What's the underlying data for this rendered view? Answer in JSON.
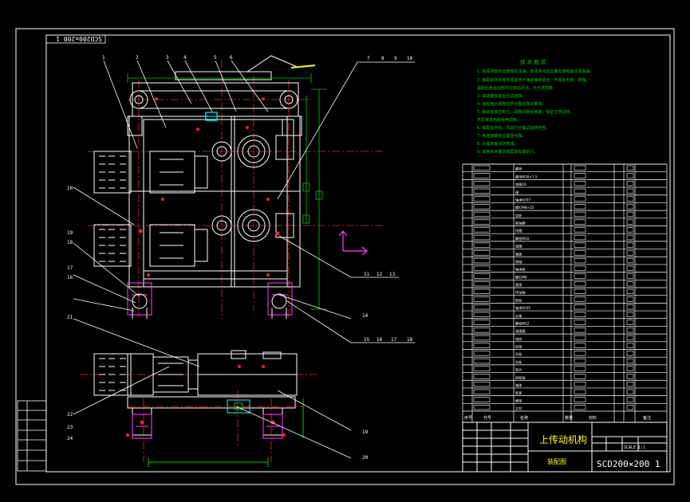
{
  "drawing": {
    "code_top": "SCD200×200 1",
    "code_bottom": "SCD200×200 1",
    "title": "上传动机构",
    "subtitle": "装配图",
    "scale_text": "SCALE 1:1"
  },
  "notes": {
    "heading": "技 术 要 求",
    "lines": [
      "1. 各润滑部件应按规定注油，各润滑点应正确无误地加注润滑油。",
      "2. 装配前所有零件须清洗干净并保持清洁，不得有毛刺、锈蚀。",
      "   装配后各运动部件应转动灵活，无卡滞现象。",
      "3. 减速器安装后应试运转。",
      "4. 齿轮啮合侧隙应符合图纸规定要求。",
      "5. 轴承安装应到位，调整间隙后锁紧，保证正常运转，",
      "   无异常发热和噪声现象。",
      "6. 装配完毕后，须进行空载试运转检查。",
      "7. 各连接螺栓应紧固可靠。",
      "8. 外露表面涂防锈漆。",
      "9. 其他技术要求按国家标准执行。"
    ]
  },
  "balloons": {
    "top_row": [
      "1",
      "2",
      "3",
      "4",
      "5",
      "6"
    ],
    "right_top": [
      "7",
      "8",
      "9",
      "10"
    ],
    "left_mid": [
      "20",
      "19",
      "18",
      "17",
      "16"
    ],
    "right_mid": [
      "11",
      "12",
      "13",
      "14"
    ],
    "right_low": [
      "15",
      "16",
      "17",
      "18"
    ],
    "left_low": [
      "21",
      "22",
      "23",
      "24"
    ],
    "right_bottom": [
      "19",
      "20"
    ]
  },
  "bom": {
    "header": [
      "序号",
      "代号",
      "名称",
      "数量",
      "材料",
      "",
      "备注"
    ],
    "rows": [
      [
        "",
        "",
        "螺栓",
        "",
        "",
        "",
        ""
      ],
      [
        "",
        "",
        "螺母M16×1.5",
        "",
        "",
        "",
        ""
      ],
      [
        "",
        "",
        "垫圈16",
        "",
        "",
        "",
        ""
      ],
      [
        "",
        "",
        "键",
        "",
        "",
        "",
        ""
      ],
      [
        "",
        "",
        "轴承6207",
        "",
        "",
        "",
        ""
      ],
      [
        "",
        "",
        "螺钉M8×25",
        "",
        "",
        "",
        ""
      ],
      [
        "",
        "",
        "齿轮",
        "",
        "",
        "",
        ""
      ],
      [
        "",
        "",
        "联轴器",
        "",
        "",
        "",
        ""
      ],
      [
        "",
        "",
        "挡圈",
        "",
        "",
        "",
        ""
      ],
      [
        "",
        "",
        "螺栓M10",
        "",
        "",
        "",
        ""
      ],
      [
        "",
        "",
        "垫圈",
        "",
        "",
        "",
        ""
      ],
      [
        "",
        "",
        "端盖",
        "",
        "",
        "",
        ""
      ],
      [
        "",
        "",
        "销轴",
        "",
        "",
        "",
        ""
      ],
      [
        "",
        "",
        "轴承座",
        "",
        "",
        "",
        ""
      ],
      [
        "",
        "",
        "螺钉M6",
        "",
        "",
        "",
        ""
      ],
      [
        "",
        "",
        "套筒",
        "",
        "",
        "",
        ""
      ],
      [
        "",
        "",
        "传动轴",
        "",
        "",
        "",
        ""
      ],
      [
        "",
        "",
        "链轮",
        "",
        "",
        "",
        ""
      ],
      [
        "",
        "",
        "轴承6205",
        "",
        "",
        "",
        ""
      ],
      [
        "",
        "",
        "支架",
        "",
        "",
        "",
        ""
      ],
      [
        "",
        "",
        "螺栓M12",
        "",
        "",
        "",
        ""
      ],
      [
        "",
        "",
        "减速器",
        "",
        "",
        "",
        ""
      ],
      [
        "",
        "",
        "电机",
        "",
        "",
        "",
        ""
      ],
      [
        "",
        "",
        "机架",
        "",
        "",
        "",
        ""
      ],
      [
        "",
        "",
        "导轮",
        "",
        "",
        "",
        ""
      ],
      [
        "",
        "",
        "导轨",
        "",
        "",
        "",
        ""
      ],
      [
        "",
        "",
        "垫片",
        "",
        "",
        "",
        ""
      ],
      [
        "",
        "",
        "齿轮轴",
        "",
        "",
        "",
        ""
      ],
      [
        "",
        "",
        "箱体",
        "",
        "",
        "",
        ""
      ],
      [
        "",
        "",
        "底板",
        "",
        "",
        "",
        ""
      ],
      [
        "",
        "",
        "横梁",
        "",
        "",
        "",
        ""
      ],
      [
        "",
        "",
        "立柱",
        "",
        "",
        "",
        ""
      ]
    ]
  },
  "colors": {
    "background": "#000000",
    "outline": "#ffffff",
    "centerline": "#ff2020",
    "dimension": "#00cc00",
    "hidden": "#ff40ff",
    "yellow": "#ffff00",
    "cyan": "#00ffff"
  }
}
